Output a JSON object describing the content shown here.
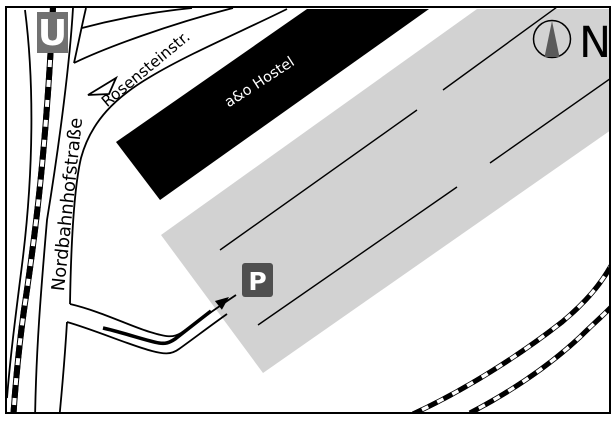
{
  "map": {
    "labels": {
      "station": "U",
      "parking": "P",
      "north": "N",
      "hostel": "a&o Hostel",
      "street_rosenstein": "Rosensteinstr.",
      "street_nordbahnhof": "Nordbahnhofstraße"
    },
    "colors": {
      "background": "#ffffff",
      "yard_gray": "#d2d2d2",
      "building_black": "#000000",
      "u_badge_gray": "#717171",
      "p_badge_gray": "#4f4f4f",
      "needle_gray": "#5a5a5a",
      "line_black": "#000000"
    }
  }
}
